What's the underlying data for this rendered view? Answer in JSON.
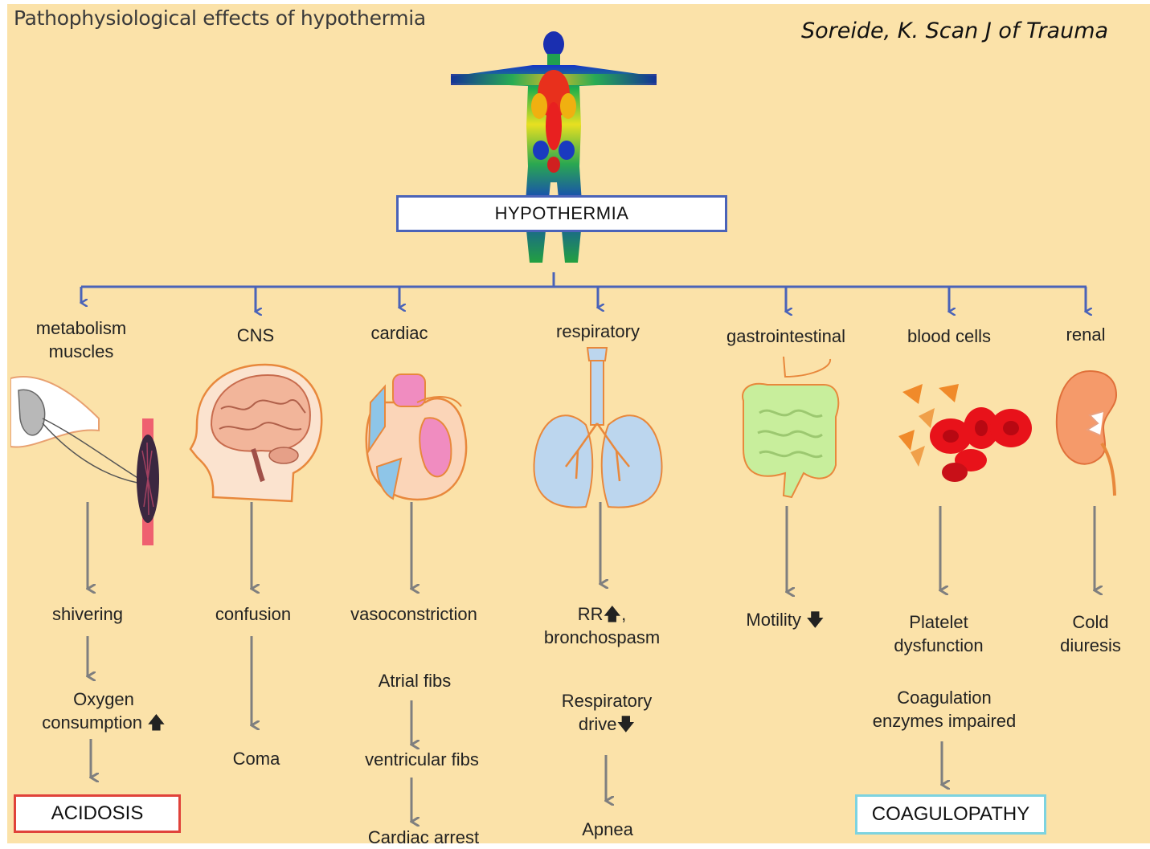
{
  "header": {
    "title": "Pathophysiological effects of hypothermia",
    "citation": "Soreide, K. Scan J of Trauma"
  },
  "central": {
    "label": "HYPOTHERMIA",
    "icon": "thermal-body-image"
  },
  "colors": {
    "background": "#fbe2a9",
    "tree_lines": "#4a63b8",
    "flow_arrows": "#7f7f7f",
    "acidosis_border": "#e0423a",
    "coagulopathy_border": "#7dd3e0"
  },
  "branches": [
    {
      "id": "metabolism",
      "label": "metabolism\nmuscles",
      "icon": "muscle-nerve-icon",
      "effects": [
        "shivering",
        "Oxygen\nconsumption 🡅"
      ],
      "outcome": "ACIDOSIS"
    },
    {
      "id": "cns",
      "label": "CNS",
      "icon": "brain-head-icon",
      "effects": [
        "confusion",
        "Coma"
      ]
    },
    {
      "id": "cardiac",
      "label": "cardiac",
      "icon": "heart-icon",
      "effects": [
        "vasoconstriction",
        "Atrial fibs",
        "ventricular fibs",
        "Cardiac arrest"
      ]
    },
    {
      "id": "respiratory",
      "label": "respiratory",
      "icon": "lungs-icon",
      "effects": [
        "RR🡅,\nbronchospasm",
        "Respiratory\ndrive🡇",
        "Apnea"
      ]
    },
    {
      "id": "gastrointestinal",
      "label": "gastrointestinal",
      "icon": "intestine-icon",
      "effects": [
        "Motility 🡇"
      ]
    },
    {
      "id": "blood",
      "label": "blood cells",
      "icon": "blood-cells-icon",
      "effects": [
        "Platelet\ndysfunction",
        "Coagulation\nenzymes impaired"
      ],
      "outcome": "COAGULOPATHY"
    },
    {
      "id": "renal",
      "label": "renal",
      "icon": "kidney-icon",
      "effects": [
        "Cold diuresis"
      ]
    }
  ]
}
